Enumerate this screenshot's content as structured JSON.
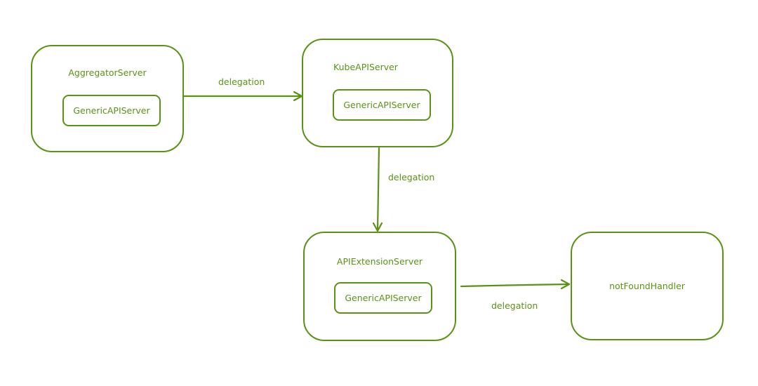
{
  "colors": {
    "accent": "#5a9216"
  },
  "nodes": {
    "aggregator": {
      "title": "AggregatorServer",
      "inner": "GenericAPIServer"
    },
    "kube": {
      "title": "KubeAPIServer",
      "inner": "GenericAPIServer"
    },
    "extension": {
      "title": "APIExtensionServer",
      "inner": "GenericAPIServer"
    },
    "notfound": {
      "title": "notFoundHandler"
    }
  },
  "edges": [
    {
      "from": "AggregatorServer",
      "to": "KubeAPIServer",
      "label": "delegation"
    },
    {
      "from": "KubeAPIServer",
      "to": "APIExtensionServer",
      "label": "delegation"
    },
    {
      "from": "APIExtensionServer",
      "to": "notFoundHandler",
      "label": "delegation"
    }
  ]
}
